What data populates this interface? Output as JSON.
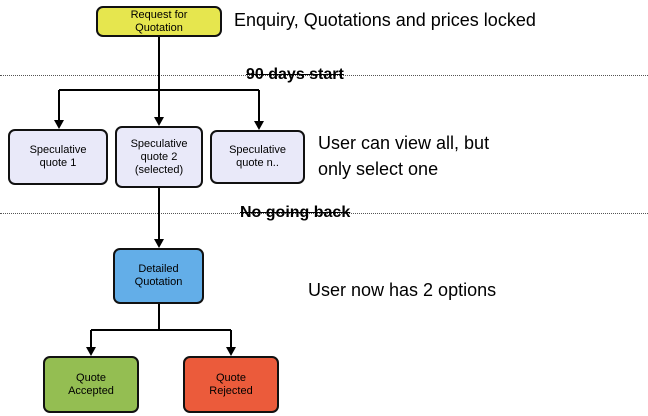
{
  "diagram": {
    "nodes": {
      "request": {
        "label": "Request for\nQuotation",
        "color": "#e6e64e"
      },
      "spec1": {
        "label": "Speculative\nquote 1",
        "color": "#e9e9f9"
      },
      "spec2": {
        "label": "Speculative\nquote 2\n(selected)",
        "color": "#e9e9f9"
      },
      "specn": {
        "label": "Speculative\nquote n..",
        "color": "#e9e9f9"
      },
      "detailed": {
        "label": "Detailed\nQuotation",
        "color": "#63aee8"
      },
      "accepted": {
        "label": "Quote\nAccepted",
        "color": "#94be52"
      },
      "rejected": {
        "label": "Quote\nRejected",
        "color": "#eb5b3b"
      }
    },
    "annotations": {
      "top": "Enquiry, Quotations and prices locked",
      "middle": "User can view all, but\nonly select one",
      "bottom": "User now has 2 options"
    },
    "dividers": {
      "first": "90 days start",
      "second": "No going back"
    },
    "line_color": "#000000"
  }
}
